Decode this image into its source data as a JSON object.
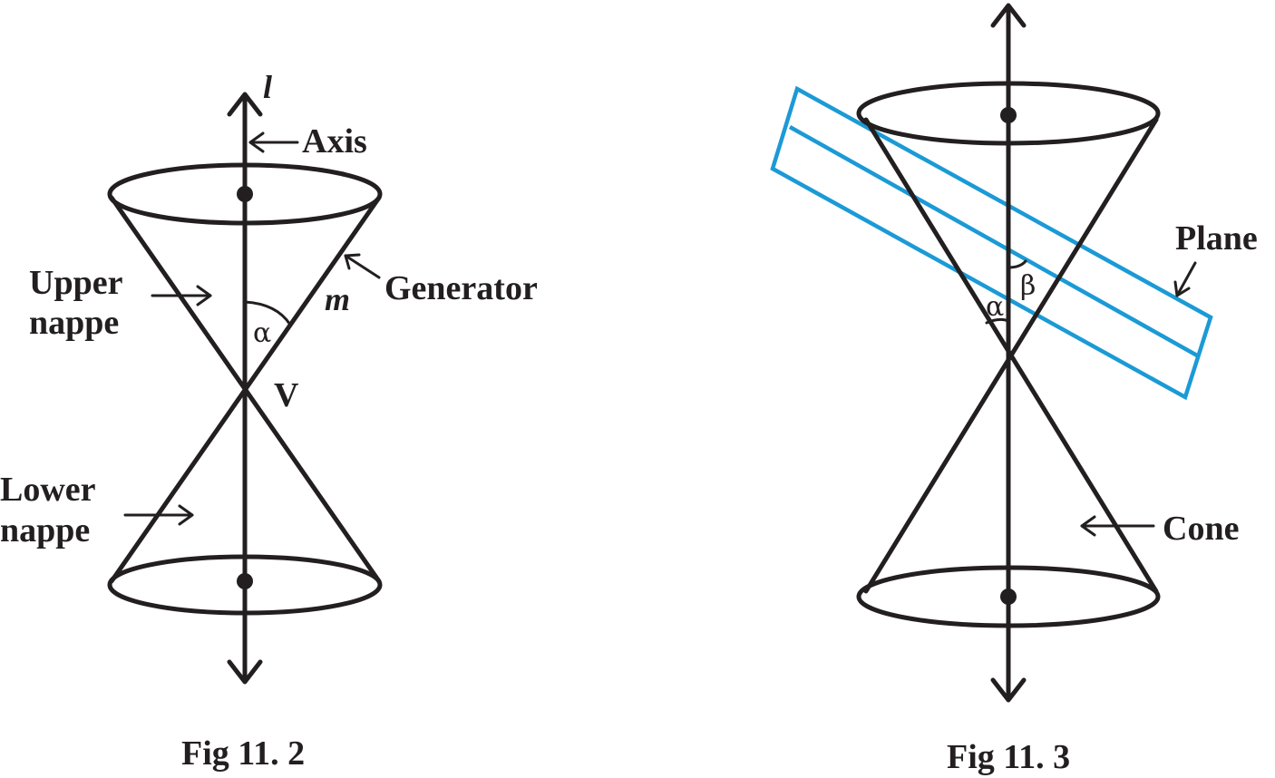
{
  "fig1": {
    "axis_symbol": "l",
    "axis_label": "Axis",
    "generator_label": "Generator",
    "generator_symbol": "m",
    "upper_nappe_line1": "Upper",
    "upper_nappe_line2": "nappe",
    "lower_nappe_line1": "Lower",
    "lower_nappe_line2": "nappe",
    "angle_symbol": "α",
    "vertex_label": "V",
    "caption": "Fig 11. 2"
  },
  "fig2": {
    "plane_label": "Plane",
    "beta_symbol": "β",
    "alpha_symbol": "α",
    "cone_label": "Cone",
    "caption": "Fig 11. 3",
    "plane_color": "#1b9ad6"
  },
  "colors": {
    "ink": "#231f20",
    "plane": "#1b9ad6",
    "background": "#ffffff"
  }
}
